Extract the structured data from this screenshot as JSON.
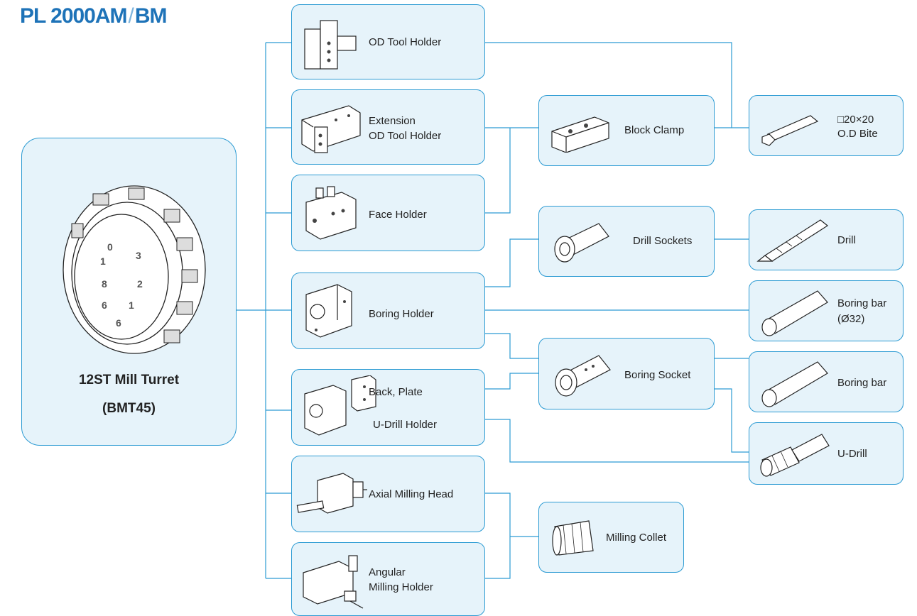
{
  "header": {
    "model": "PL 2000AM",
    "slash": "/",
    "suffix": "BM"
  },
  "colors": {
    "accent": "#1e73b8",
    "box_border": "#2c9bd3",
    "box_fill": "#e6f3fa"
  },
  "turret": {
    "name": "12ST Mill Turret",
    "model": "(BMT45)",
    "icon": "turret-icon"
  },
  "holders": {
    "od_tool": {
      "label": "OD Tool Holder",
      "icon": "od-tool-holder-icon"
    },
    "extension_od": {
      "line1": "Extension",
      "line2": "OD Tool Holder",
      "icon": "extension-holder-icon"
    },
    "face": {
      "label": "Face Holder",
      "icon": "face-holder-icon"
    },
    "boring": {
      "label": "Boring Holder",
      "icon": "boring-holder-icon"
    },
    "udrill": {
      "line1": "Back, Plate",
      "line2": "U-Drill Holder",
      "icon": "udrill-holder-icon"
    },
    "axial_milling": {
      "label": "Axial Milling Head",
      "icon": "axial-milling-head-icon"
    },
    "angular_milling": {
      "line1": "Angular",
      "line2": "Milling Holder",
      "icon": "angular-milling-holder-icon"
    }
  },
  "accessories": {
    "block_clamp": {
      "label": "Block Clamp",
      "icon": "block-clamp-icon"
    },
    "drill_sockets": {
      "label": "Drill Sockets",
      "icon": "drill-socket-icon"
    },
    "boring_socket": {
      "label": "Boring Socket",
      "icon": "boring-socket-icon"
    },
    "milling_collet": {
      "label": "Milling Collet",
      "icon": "milling-collet-icon"
    }
  },
  "tools": {
    "od_bite": {
      "line1": "□20×20",
      "line2": "O.D Bite",
      "icon": "od-bite-icon"
    },
    "drill": {
      "label": "Drill",
      "icon": "drill-icon"
    },
    "boring_bar_32": {
      "line1": "Boring bar",
      "line2": "(Ø32)",
      "icon": "boring-bar-icon"
    },
    "boring_bar": {
      "label": "Boring bar",
      "icon": "boring-bar-icon"
    },
    "udrill": {
      "label": "U-Drill",
      "icon": "udrill-icon"
    }
  }
}
